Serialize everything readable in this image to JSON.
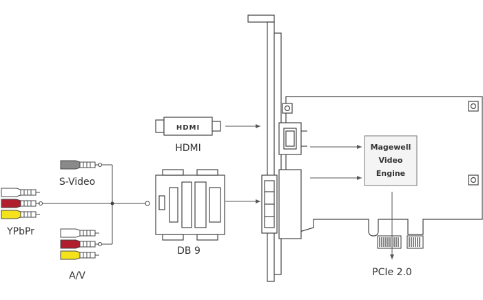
{
  "labels": {
    "hdmi": "HDMI",
    "svideo": "S-Video",
    "ypbpr": "YPbPr",
    "av": "A/V",
    "db9": "DB 9",
    "pcie": "PCIe 2.0"
  },
  "hdmi_logo": "HDMI",
  "engine": {
    "line1": "Magewell",
    "line2": "Video",
    "line3": "Engine"
  },
  "colors": {
    "outline": "#444444",
    "gray_plug": "#8a8a8a",
    "red_plug": "#b01e2e",
    "yellow_plug": "#f4e21c",
    "white_plug": "#ffffff",
    "engine_fill": "#f4f4f4"
  }
}
